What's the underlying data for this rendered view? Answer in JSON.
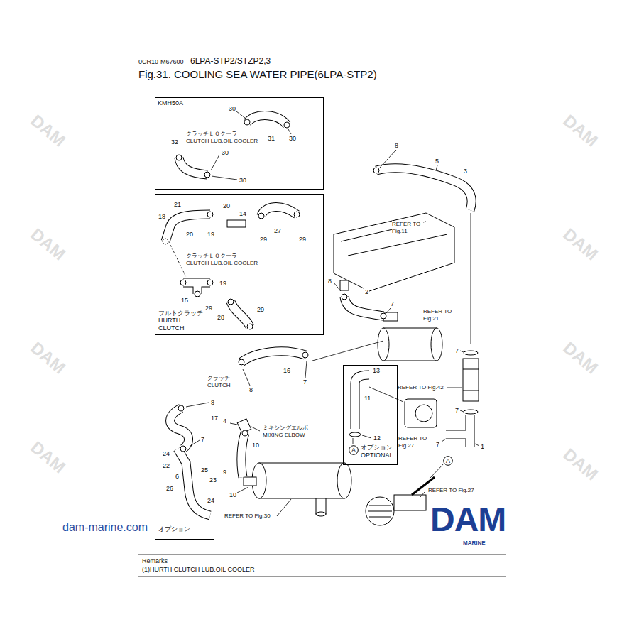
{
  "diagram": {
    "title": "Fig.31. COOLING SEA WATER PIPE(6LPA-STP2)",
    "nodes": [
      {
        "text": [
          "KMH50A"
        ]
      },
      {
        "text": [
          "フルトクラッチ HURTH CLUTCH"
        ]
      },
      {
        "text": [
          "オプション OPTIONAL"
        ]
      },
      {
        "text": [
          "A"
        ],
        "in": 2
      },
      {
        "text": [
          "A"
        ]
      },
      {
        "text": [
          "オプション"
        ]
      }
    ],
    "labels": [
      "0CR10-M67600",
      "6LPA-STP2/STZP2,3",
      "30",
      "31",
      "30",
      "32",
      "クラッチＬＯクーラ CLUTCH LUB.OIL COOLER",
      "30",
      "30",
      "21",
      "18",
      "20",
      "14",
      "20",
      "19",
      "27",
      "29",
      "29",
      "クラッチＬＯクーラ CLUTCH LUB.OIL COOLER",
      "19",
      "15",
      "29",
      "28",
      "29",
      "8",
      "5",
      "3",
      "REFER TO Fig.11",
      "8",
      "2",
      "7",
      "REFER TO Fig.21",
      "7",
      "16",
      "8",
      "7",
      "クラッチ CLUTCH",
      "13",
      "11",
      "REFER TO Fig.42",
      "8",
      "17",
      "7",
      "4",
      "10",
      "ミキシングエルボ MIXING ELBOW",
      "12",
      "REFER TO Fig.27",
      "7",
      "7",
      "1",
      "9",
      "10",
      "REFER TO Fig.27",
      "REFER TO Fig.30",
      "24",
      "22",
      "25",
      "23",
      "6",
      "26",
      "24",
      "dam-marine.com",
      "DAM",
      "MARINE",
      "Remarks",
      "(1)HURTH CLUTCH LUB.OIL COOLER",
      "DAM",
      "DAM",
      "DAM",
      "DAM",
      "DAM",
      "DAM",
      "DAM",
      "DAM"
    ]
  }
}
